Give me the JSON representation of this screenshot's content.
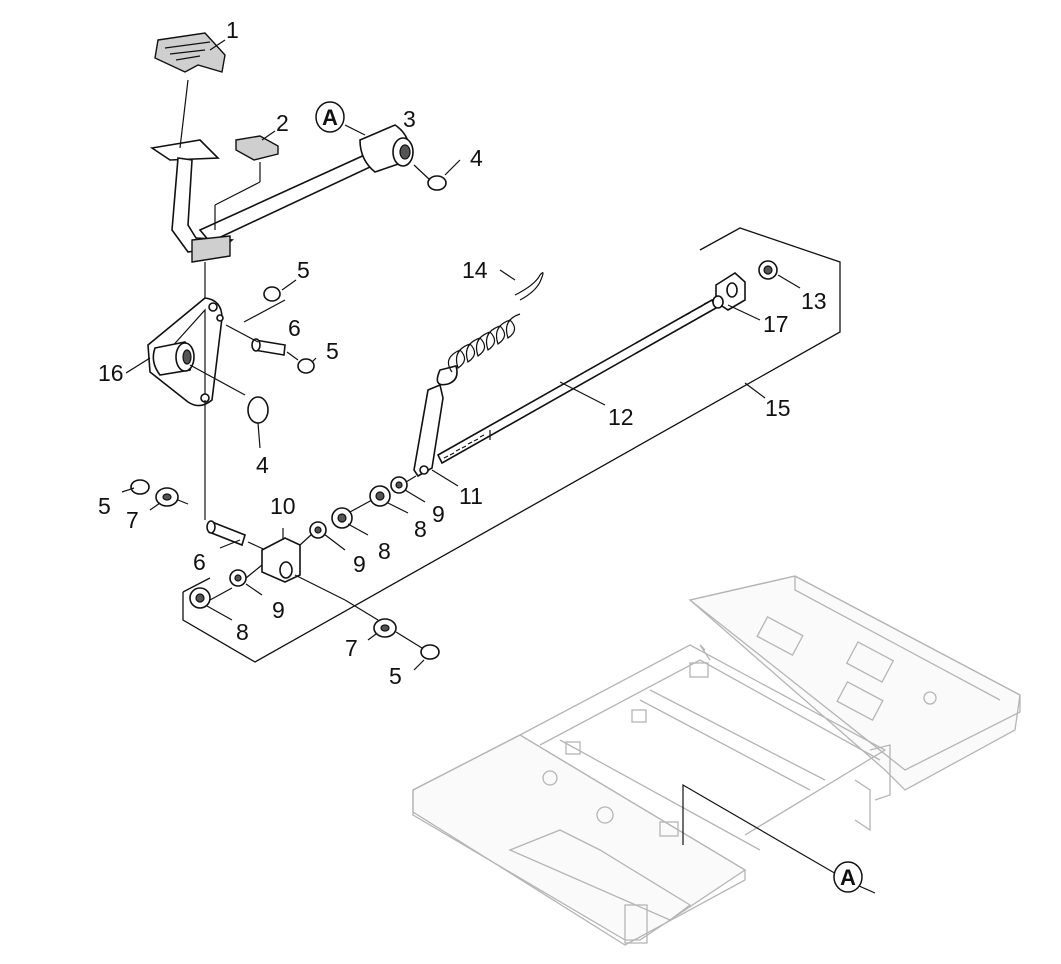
{
  "callouts": [
    "1",
    "2",
    "3",
    "4",
    "4",
    "5",
    "5",
    "5",
    "5",
    "6",
    "6",
    "7",
    "7",
    "8",
    "8",
    "8",
    "9",
    "9",
    "9",
    "10",
    "11",
    "12",
    "13",
    "14",
    "15",
    "16",
    "17"
  ],
  "detail_marker": "A"
}
